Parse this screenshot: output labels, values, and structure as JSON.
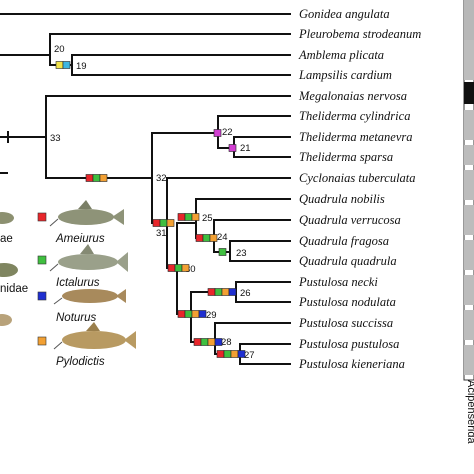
{
  "colors": {
    "ameiurus": "#e8262b",
    "ictalurus": "#3fbf3f",
    "noturus": "#1f2fd0",
    "pylodictis": "#f2a033",
    "theliderma_host": "#d23fd2",
    "yellow_marker": "#f0e24a",
    "cyan_marker": "#3fb6e0"
  },
  "taxa": [
    "Gonidea angulata",
    "Pleurobema strodeanum",
    "Amblema plicata",
    "Lampsilis cardium",
    "Megalonaias nervosa",
    "Theliderma cylindrica",
    "Theliderma metanevra",
    "Theliderma sparsa",
    "Cyclonaias tuberculata",
    "Quadrula nobilis",
    "Quadrula verrucosa",
    "Quadrula fragosa",
    "Quadrula quadrula",
    "Pustulosa necki",
    "Pustulosa nodulata",
    "Pustulosa succissa",
    "Pustulosa pustulosa",
    "Pustulosa kieneriana"
  ],
  "nodes": [
    "20",
    "19",
    "33",
    "22",
    "21",
    "32",
    "31",
    "25",
    "24",
    "23",
    "30",
    "26",
    "29",
    "28",
    "27"
  ],
  "legend": [
    {
      "genus": "Ameiurus",
      "color_key": "ameiurus",
      "icon": "catfish-ameiurus-icon"
    },
    {
      "genus": "Ictalurus",
      "color_key": "ictalurus",
      "icon": "catfish-ictalurus-icon"
    },
    {
      "genus": "Noturus",
      "color_key": "noturus",
      "icon": "catfish-noturus-icon"
    },
    {
      "genus": "Pylodictis",
      "color_key": "pylodictis",
      "icon": "catfish-pylodictis-icon"
    }
  ],
  "partial_labels": [
    "ae",
    "nidae"
  ],
  "vertical_label": "Acipenserida"
}
